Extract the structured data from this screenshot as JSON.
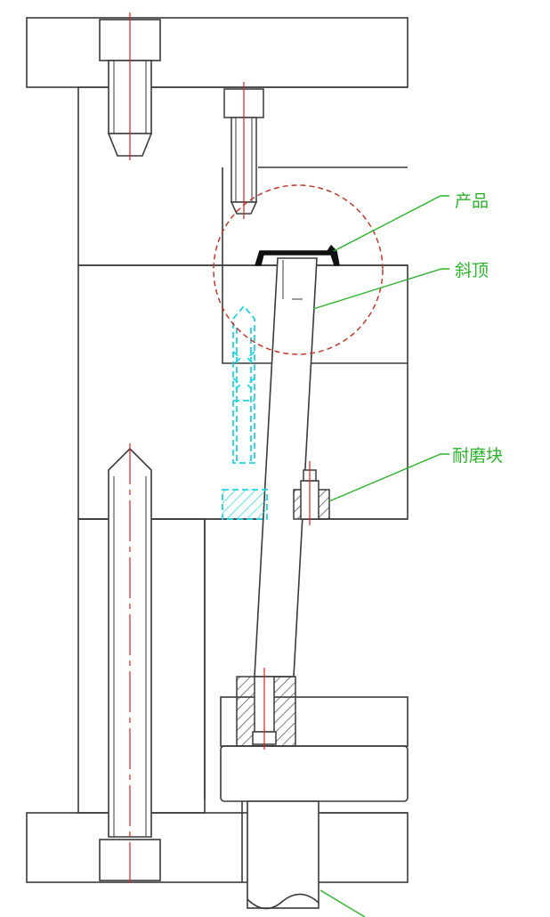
{
  "callouts": {
    "product": "产品",
    "lifter": "斜顶",
    "wear_block": "耐磨块"
  },
  "colors": {
    "outline": "#3a3a3a",
    "centerline": "#e02020",
    "callout": "#2bb32b",
    "detail_circle": "#c0392b",
    "hidden_part": "#20d4e6",
    "hatch": "#444444",
    "background": "#ffffff"
  }
}
